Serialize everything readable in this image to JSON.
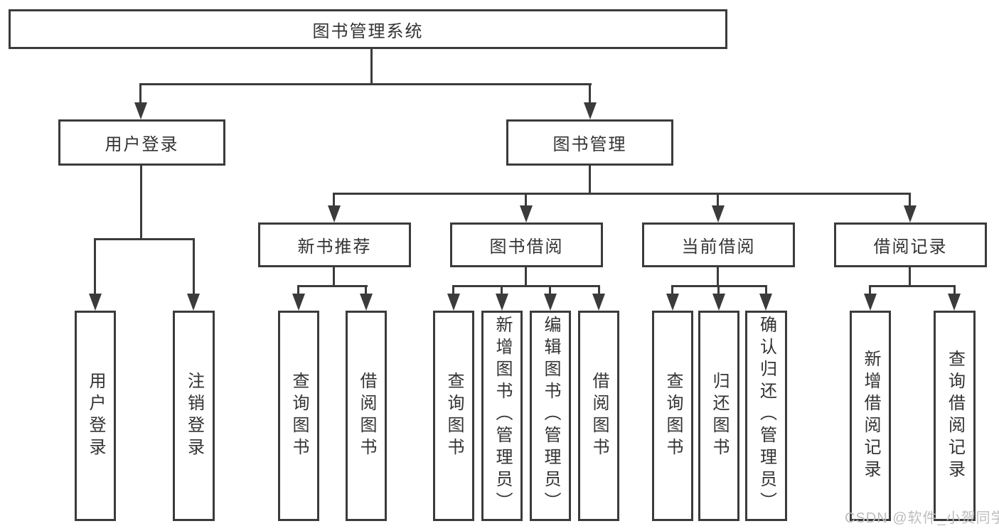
{
  "diagram": {
    "title": "图书管理系统",
    "level2": [
      {
        "label": "用户登录"
      },
      {
        "label": "图书管理"
      }
    ],
    "level3": [
      {
        "label": "新书推荐"
      },
      {
        "label": "图书借阅"
      },
      {
        "label": "当前借阅"
      },
      {
        "label": "借阅记录"
      }
    ],
    "leaves": {
      "user_login": [
        {
          "label": "用户登录"
        },
        {
          "label": "注销登录"
        }
      ],
      "new_book_recommend": [
        {
          "label": "查询图书"
        },
        {
          "label": "借阅图书"
        }
      ],
      "book_borrow": [
        {
          "label": "查询图书"
        },
        {
          "label": "新增图书（管理员）"
        },
        {
          "label": "编辑图书（管理员）"
        },
        {
          "label": "借阅图书"
        }
      ],
      "current_borrow": [
        {
          "label": "查询图书"
        },
        {
          "label": "归还图书"
        },
        {
          "label": "确认归还（管理员）"
        }
      ],
      "borrow_record": [
        {
          "label": "新增借阅记录"
        },
        {
          "label": "查询借阅记录"
        }
      ]
    },
    "watermark": "CSDN @软件_小贺同学",
    "colors": {
      "line": "#3b3b3b",
      "text": "#333333",
      "watermark": "#bdbdbd",
      "background": "#ffffff"
    }
  }
}
